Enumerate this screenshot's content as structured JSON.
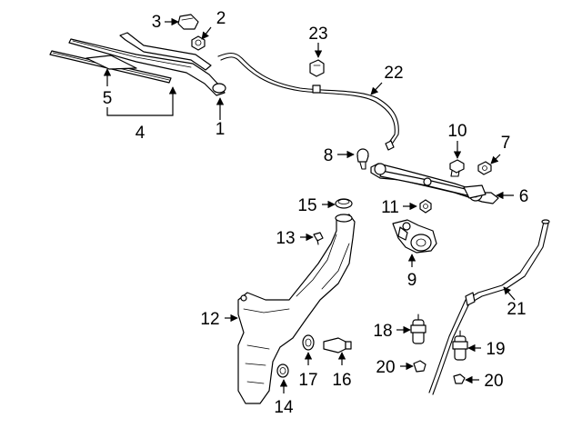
{
  "callouts": [
    {
      "id": "c1",
      "text": "1"
    },
    {
      "id": "c2",
      "text": "2"
    },
    {
      "id": "c3",
      "text": "3"
    },
    {
      "id": "c4",
      "text": "4"
    },
    {
      "id": "c5",
      "text": "5"
    },
    {
      "id": "c6",
      "text": "6"
    },
    {
      "id": "c7",
      "text": "7"
    },
    {
      "id": "c8",
      "text": "8"
    },
    {
      "id": "c9",
      "text": "9"
    },
    {
      "id": "c10",
      "text": "10"
    },
    {
      "id": "c11",
      "text": "11"
    },
    {
      "id": "c12",
      "text": "12"
    },
    {
      "id": "c13",
      "text": "13"
    },
    {
      "id": "c14",
      "text": "14"
    },
    {
      "id": "c15",
      "text": "15"
    },
    {
      "id": "c16",
      "text": "16"
    },
    {
      "id": "c17",
      "text": "17"
    },
    {
      "id": "c18",
      "text": "18"
    },
    {
      "id": "c19",
      "text": "19"
    },
    {
      "id": "c20a",
      "text": "20"
    },
    {
      "id": "c20b",
      "text": "20"
    },
    {
      "id": "c21",
      "text": "21"
    },
    {
      "id": "c22",
      "text": "22"
    },
    {
      "id": "c23",
      "text": "23"
    }
  ]
}
